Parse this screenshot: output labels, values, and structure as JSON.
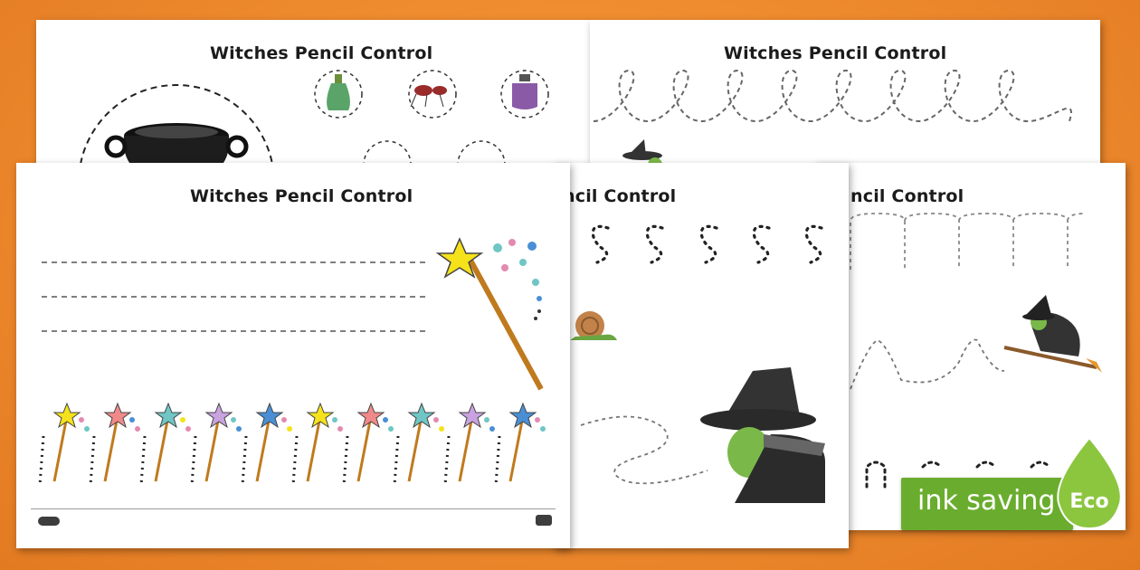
{
  "worksheets": [
    {
      "id": "cauldron",
      "title": "Witches Pencil Control"
    },
    {
      "id": "loops",
      "title": "Witches Pencil Control"
    },
    {
      "id": "wands",
      "title": "Witches Pencil Control"
    },
    {
      "id": "snakes",
      "title": "ncil Control"
    },
    {
      "id": "bumps",
      "title": "ncil Control"
    }
  ],
  "badge": {
    "label": "ink saving",
    "eco": "Eco"
  },
  "colors": {
    "background": "#ee8a2e",
    "badge": "#6aad2e",
    "wand": "#e8a33a",
    "star": "#f5e21b"
  }
}
